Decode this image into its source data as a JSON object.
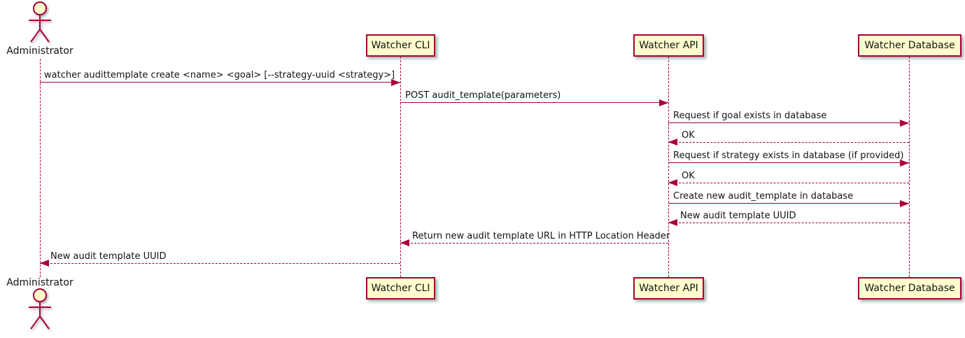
{
  "diagram": {
    "type": "uml-sequence",
    "colors": {
      "accent": "#A80036",
      "participant_fill": "#FEFECE",
      "background": "#FFFFFF"
    },
    "actor": {
      "name": "Administrator"
    },
    "participants": [
      {
        "name": "Watcher CLI"
      },
      {
        "name": "Watcher API"
      },
      {
        "name": "Watcher Database"
      }
    ],
    "messages": [
      {
        "from": "Administrator",
        "to": "Watcher CLI",
        "style": "solid",
        "label": "watcher audittemplate create <name> <goal> [--strategy-uuid <strategy>]"
      },
      {
        "from": "Watcher CLI",
        "to": "Watcher API",
        "style": "solid",
        "label": "POST audit_template(parameters)"
      },
      {
        "from": "Watcher API",
        "to": "Watcher Database",
        "style": "solid",
        "label": "Request if goal exists in database"
      },
      {
        "from": "Watcher Database",
        "to": "Watcher API",
        "style": "dashed",
        "label": "OK"
      },
      {
        "from": "Watcher API",
        "to": "Watcher Database",
        "style": "solid",
        "label": "Request if strategy exists in database (if provided)"
      },
      {
        "from": "Watcher Database",
        "to": "Watcher API",
        "style": "dashed",
        "label": "OK"
      },
      {
        "from": "Watcher API",
        "to": "Watcher Database",
        "style": "solid",
        "label": "Create new audit_template in database"
      },
      {
        "from": "Watcher Database",
        "to": "Watcher API",
        "style": "dashed",
        "label": "New audit template UUID"
      },
      {
        "from": "Watcher API",
        "to": "Watcher CLI",
        "style": "dashed",
        "label": "Return new audit template URL in HTTP Location Header"
      },
      {
        "from": "Watcher CLI",
        "to": "Administrator",
        "style": "dashed",
        "label": "New audit template UUID"
      }
    ]
  }
}
